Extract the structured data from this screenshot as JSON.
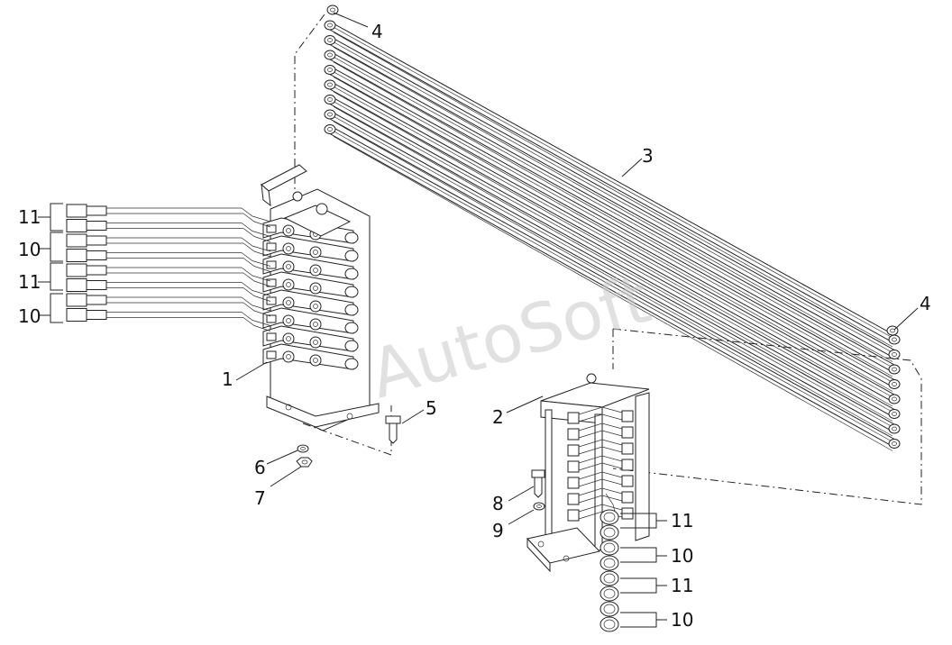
{
  "watermark": "AutoSoft",
  "callouts": {
    "c1": "1",
    "c2": "2",
    "c3": "3",
    "c4a": "4",
    "c4b": "4",
    "c5": "5",
    "c6": "6",
    "c7": "7",
    "c8": "8",
    "c9": "9",
    "c10a": "10",
    "c10b": "10",
    "c10c": "10",
    "c10d": "10",
    "c11a": "11",
    "c11b": "11",
    "c11c": "11",
    "c11d": "11"
  },
  "colors": {
    "line": "#222222",
    "background": "#ffffff",
    "watermark": "#c9c9c9"
  }
}
